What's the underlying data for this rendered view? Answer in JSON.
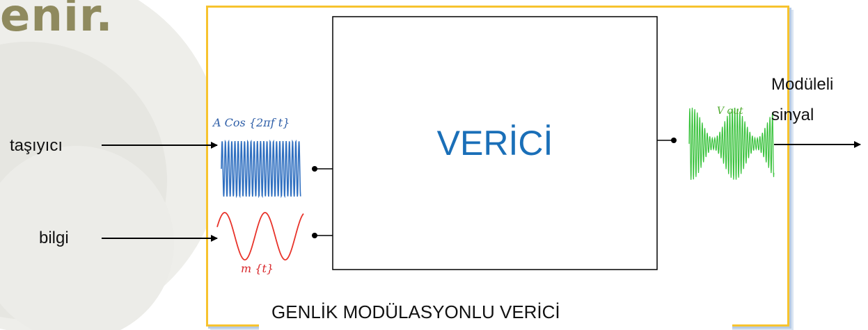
{
  "heading": "enir.",
  "block_label": "VERİCİ",
  "caption": "GENLİK MODÜLASYONLU VERİCİ",
  "inputs": {
    "carrier_label": "taşıyıcı",
    "info_label": "bilgi"
  },
  "output": {
    "line1": "Modüleli",
    "line2": "sinyal"
  },
  "formulas": {
    "carrier": "A Cos {2πf t}",
    "message": "m {t}",
    "output": "V out"
  },
  "colors": {
    "frame": "#f7c32e",
    "heading": "#8f8a5e",
    "block_text": "#1a6fb8",
    "carrier_wave": "#2f6fc0",
    "message_wave": "#e8332a",
    "output_wave": "#37c23a"
  }
}
